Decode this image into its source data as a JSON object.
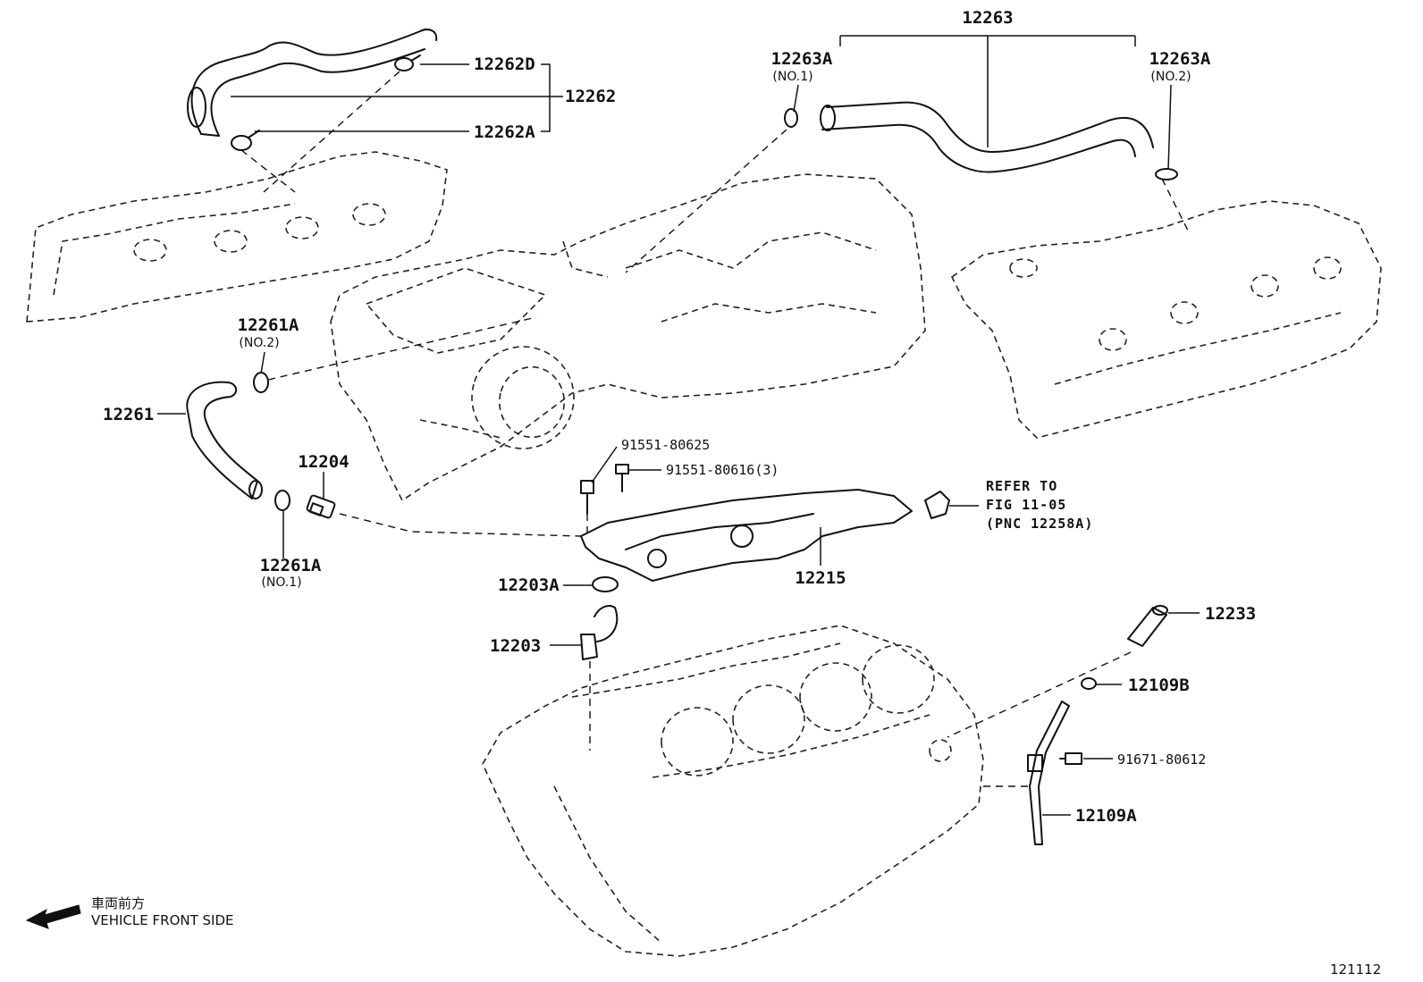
{
  "labels": {
    "p12263": "12263",
    "p12263A_1": "12263A",
    "p12263A_1_sub": "(NO.1)",
    "p12263A_2": "12263A",
    "p12263A_2_sub": "(NO.2)",
    "p12262D": "12262D",
    "p12262": "12262",
    "p12262A": "12262A",
    "p12261A_2": "12261A",
    "p12261A_2_sub": "(NO.2)",
    "p12261": "12261",
    "p12204": "12204",
    "p12261A_1": "12261A",
    "p12261A_1_sub": "(NO.1)",
    "p91551_80625": "91551-80625",
    "p91551_80616": "91551-80616(3)",
    "p12215": "12215",
    "p12203A": "12203A",
    "p12203": "12203",
    "p12233": "12233",
    "p12109B": "12109B",
    "p91671_80612": "91671-80612",
    "p12109A": "12109A"
  },
  "reference": {
    "line1": "REFER TO",
    "line2": "FIG 11-05",
    "line3": "(PNC 12258A)"
  },
  "orientation": {
    "japanese": "車両前方",
    "english": "VEHICLE FRONT SIDE",
    "arrow_icon": "arrow-left-icon"
  },
  "illustration_id": "121112"
}
